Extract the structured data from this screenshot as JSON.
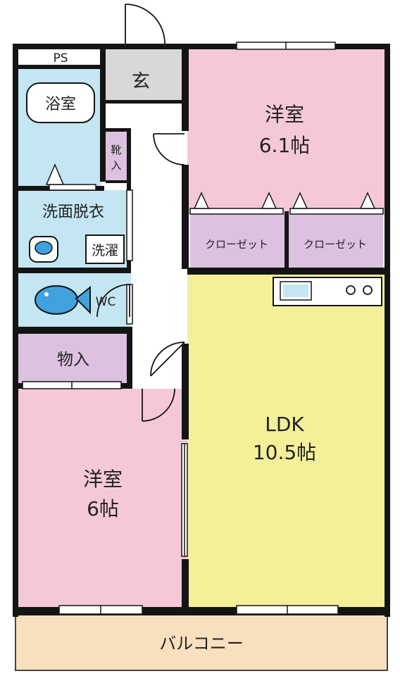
{
  "colors": {
    "wall": "#141414",
    "bedroom": "#f5c8d8",
    "ldk": "#f4f09a",
    "storage": "#dcc1e0",
    "wet": "#c4e6f2",
    "entrance": "#d8d8d8",
    "balcony": "#f8e0be",
    "floor": "#ffffff",
    "toilet": "#3fa2dc"
  },
  "rooms": {
    "ps": "PS",
    "genkan": "玄",
    "bath": "浴室",
    "shoes_line1": "靴",
    "shoes_line2": "入",
    "washroom": "洗面脱衣",
    "laundry": "洗濯",
    "wc": "WC",
    "storage": "物入",
    "bedroom_top_name": "洋室",
    "bedroom_top_size": "6.1帖",
    "closet_1": "クローゼット",
    "closet_2": "クローゼット",
    "ldk_name": "LDK",
    "ldk_size": "10.5帖",
    "bedroom_bottom_name": "洋室",
    "bedroom_bottom_size": "6帖",
    "balcony": "バルコニー"
  }
}
